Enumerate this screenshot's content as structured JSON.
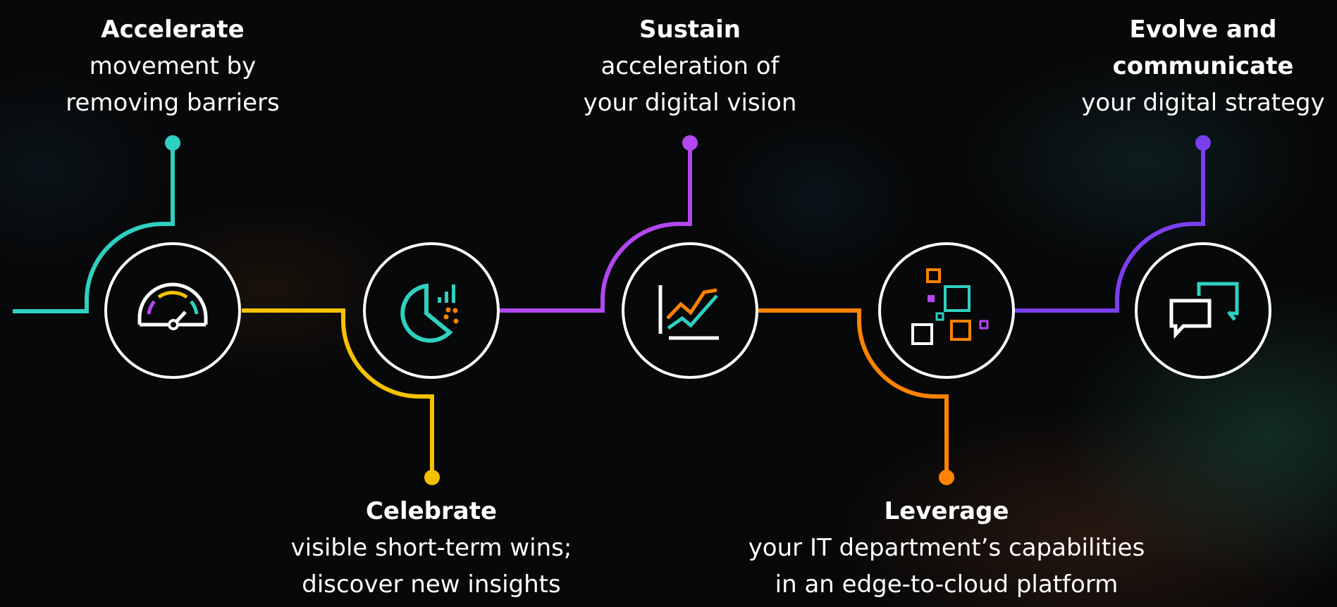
{
  "colors": {
    "teal": "#2fd0c0",
    "yellow": "#f5c200",
    "purple": "#b347f0",
    "orange": "#ff8300",
    "violet": "#7b3ff0",
    "circle": "#ffffff"
  },
  "steps": [
    {
      "title": "Accelerate",
      "description": [
        "movement by",
        "removing barriers"
      ],
      "icon": "speedometer-icon",
      "color": "teal",
      "position": "top"
    },
    {
      "title": "Celebrate",
      "description": [
        "visible short-term wins;",
        "discover new insights"
      ],
      "icon": "pie-chart-icon",
      "color": "yellow",
      "position": "bottom"
    },
    {
      "title": "Sustain",
      "description": [
        "acceleration of",
        "your digital vision"
      ],
      "icon": "line-chart-icon",
      "color": "purple",
      "position": "top"
    },
    {
      "title": "Leverage",
      "description": [
        "your IT department’s capabilities",
        "in an edge-to-cloud platform"
      ],
      "icon": "squares-network-icon",
      "color": "orange",
      "position": "bottom"
    },
    {
      "title": "Evolve and communicate",
      "title_lines": [
        "Evolve and",
        "communicate"
      ],
      "description": [
        "your digital strategy"
      ],
      "icon": "chat-bubbles-icon",
      "color": "violet",
      "position": "top"
    }
  ]
}
